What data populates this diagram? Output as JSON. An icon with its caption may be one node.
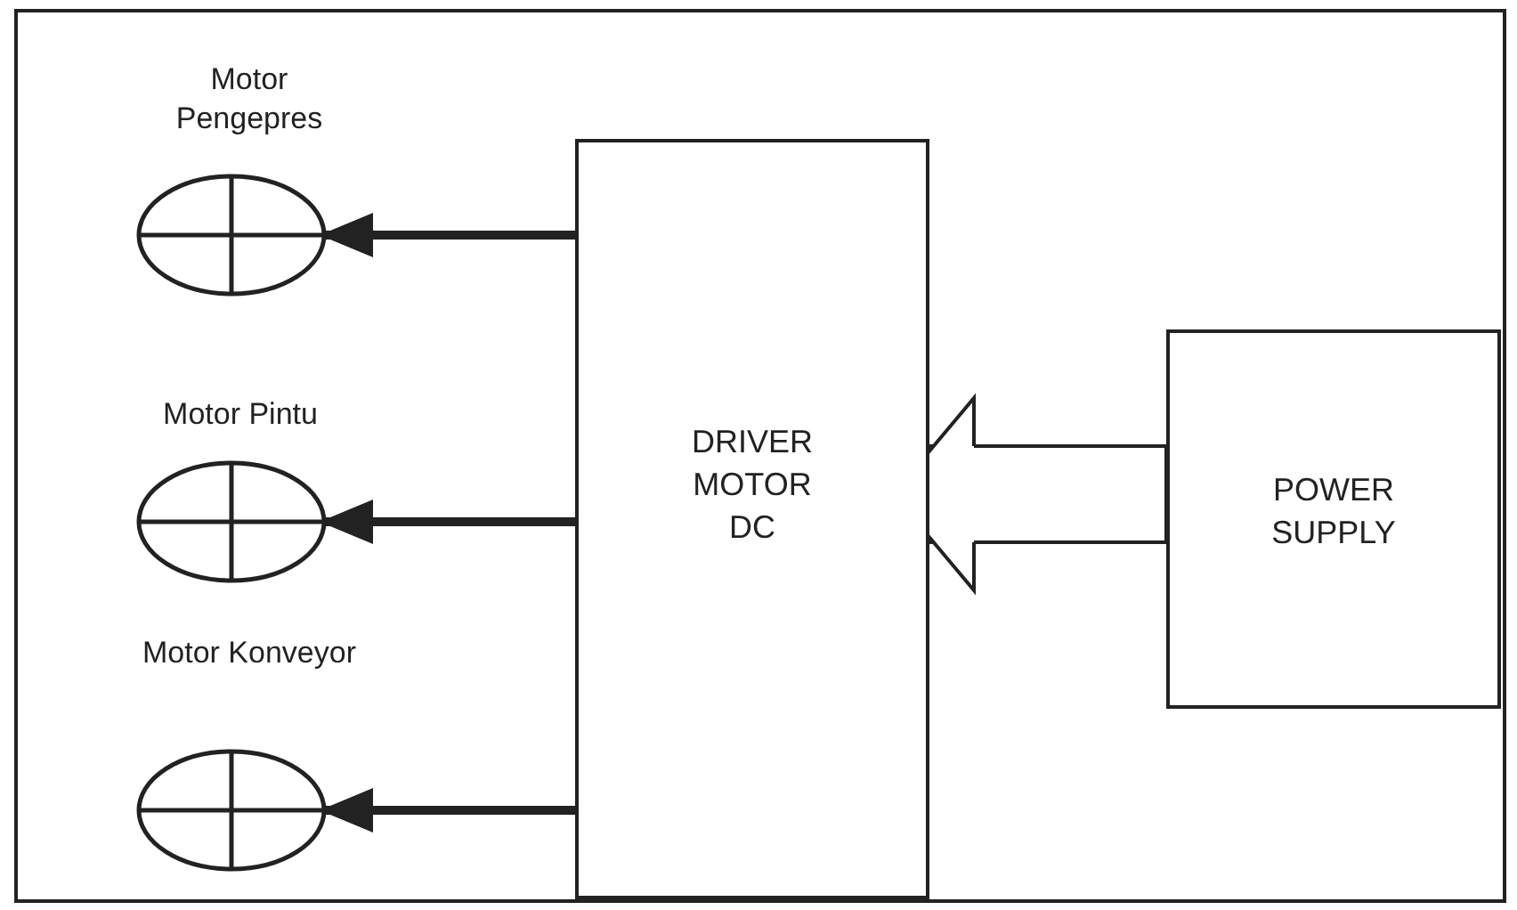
{
  "diagram": {
    "nodes": [
      {
        "text": [
          "Motor Pengepres"
        ]
      },
      {
        "text": [
          "Motor Pintu"
        ]
      },
      {
        "text": [
          "Motor Konveyor"
        ]
      },
      {
        "text": [
          "DRIVER MOTOR DC"
        ]
      },
      {
        "text": [
          "POWER SUPPLY"
        ]
      }
    ],
    "edges": [
      {
        "from": 3,
        "to": 0,
        "arrow": "to"
      },
      {
        "from": 3,
        "to": 1,
        "arrow": "to"
      },
      {
        "from": 3,
        "to": 2,
        "arrow": "to"
      },
      {
        "from": 4,
        "to": 3,
        "arrow": "to",
        "style": "thick"
      }
    ]
  }
}
